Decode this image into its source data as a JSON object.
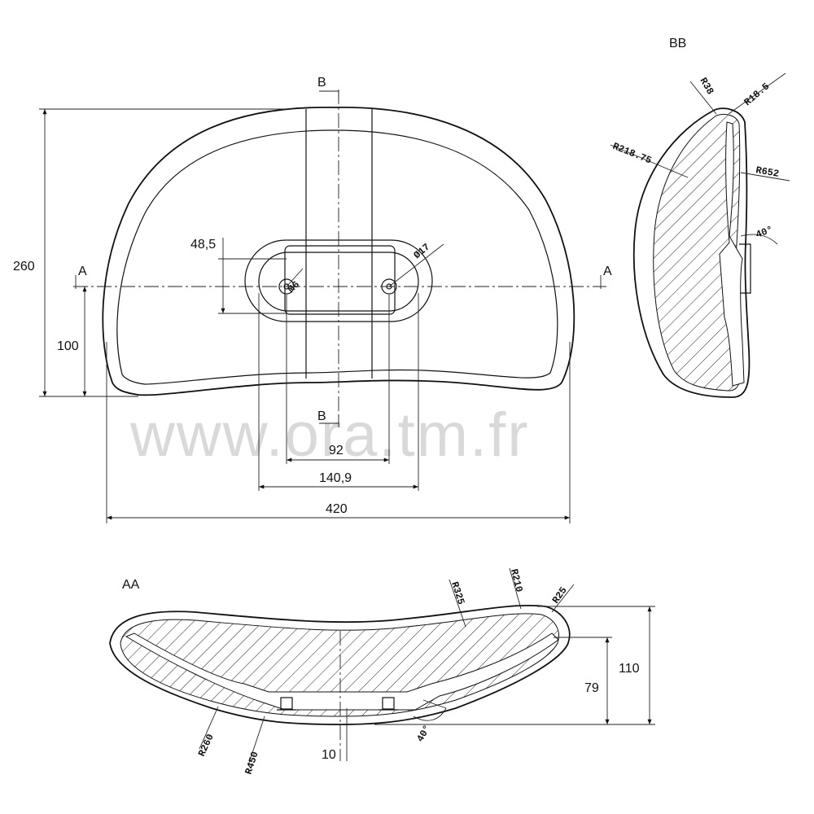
{
  "watermark": "www.ora.tm.fr",
  "front_view": {
    "section_mark_a_left": "A",
    "section_mark_a_right": "A",
    "section_mark_b_top": "B",
    "section_mark_b_bottom": "B",
    "dim_height_total": "260",
    "dim_height_center": "100",
    "dim_slot_height": "48,5",
    "dim_hole_spacing": "92",
    "dim_slot_width": "140,9",
    "dim_width_total": "420",
    "label_thread": "M6",
    "label_diameter": "Ø17"
  },
  "section_bb": {
    "title": "BB",
    "radius_1": "R38",
    "radius_2": "R18.5",
    "radius_3": "R218.75",
    "radius_4": "R652",
    "angle": "40°"
  },
  "section_aa": {
    "title": "AA",
    "radius_1": "R325",
    "radius_2": "R210",
    "radius_3": "R25",
    "radius_4": "R260",
    "radius_5": "R450",
    "dim_total_height": "110",
    "dim_inner_height": "79",
    "dim_offset": "10",
    "angle": "40°"
  }
}
